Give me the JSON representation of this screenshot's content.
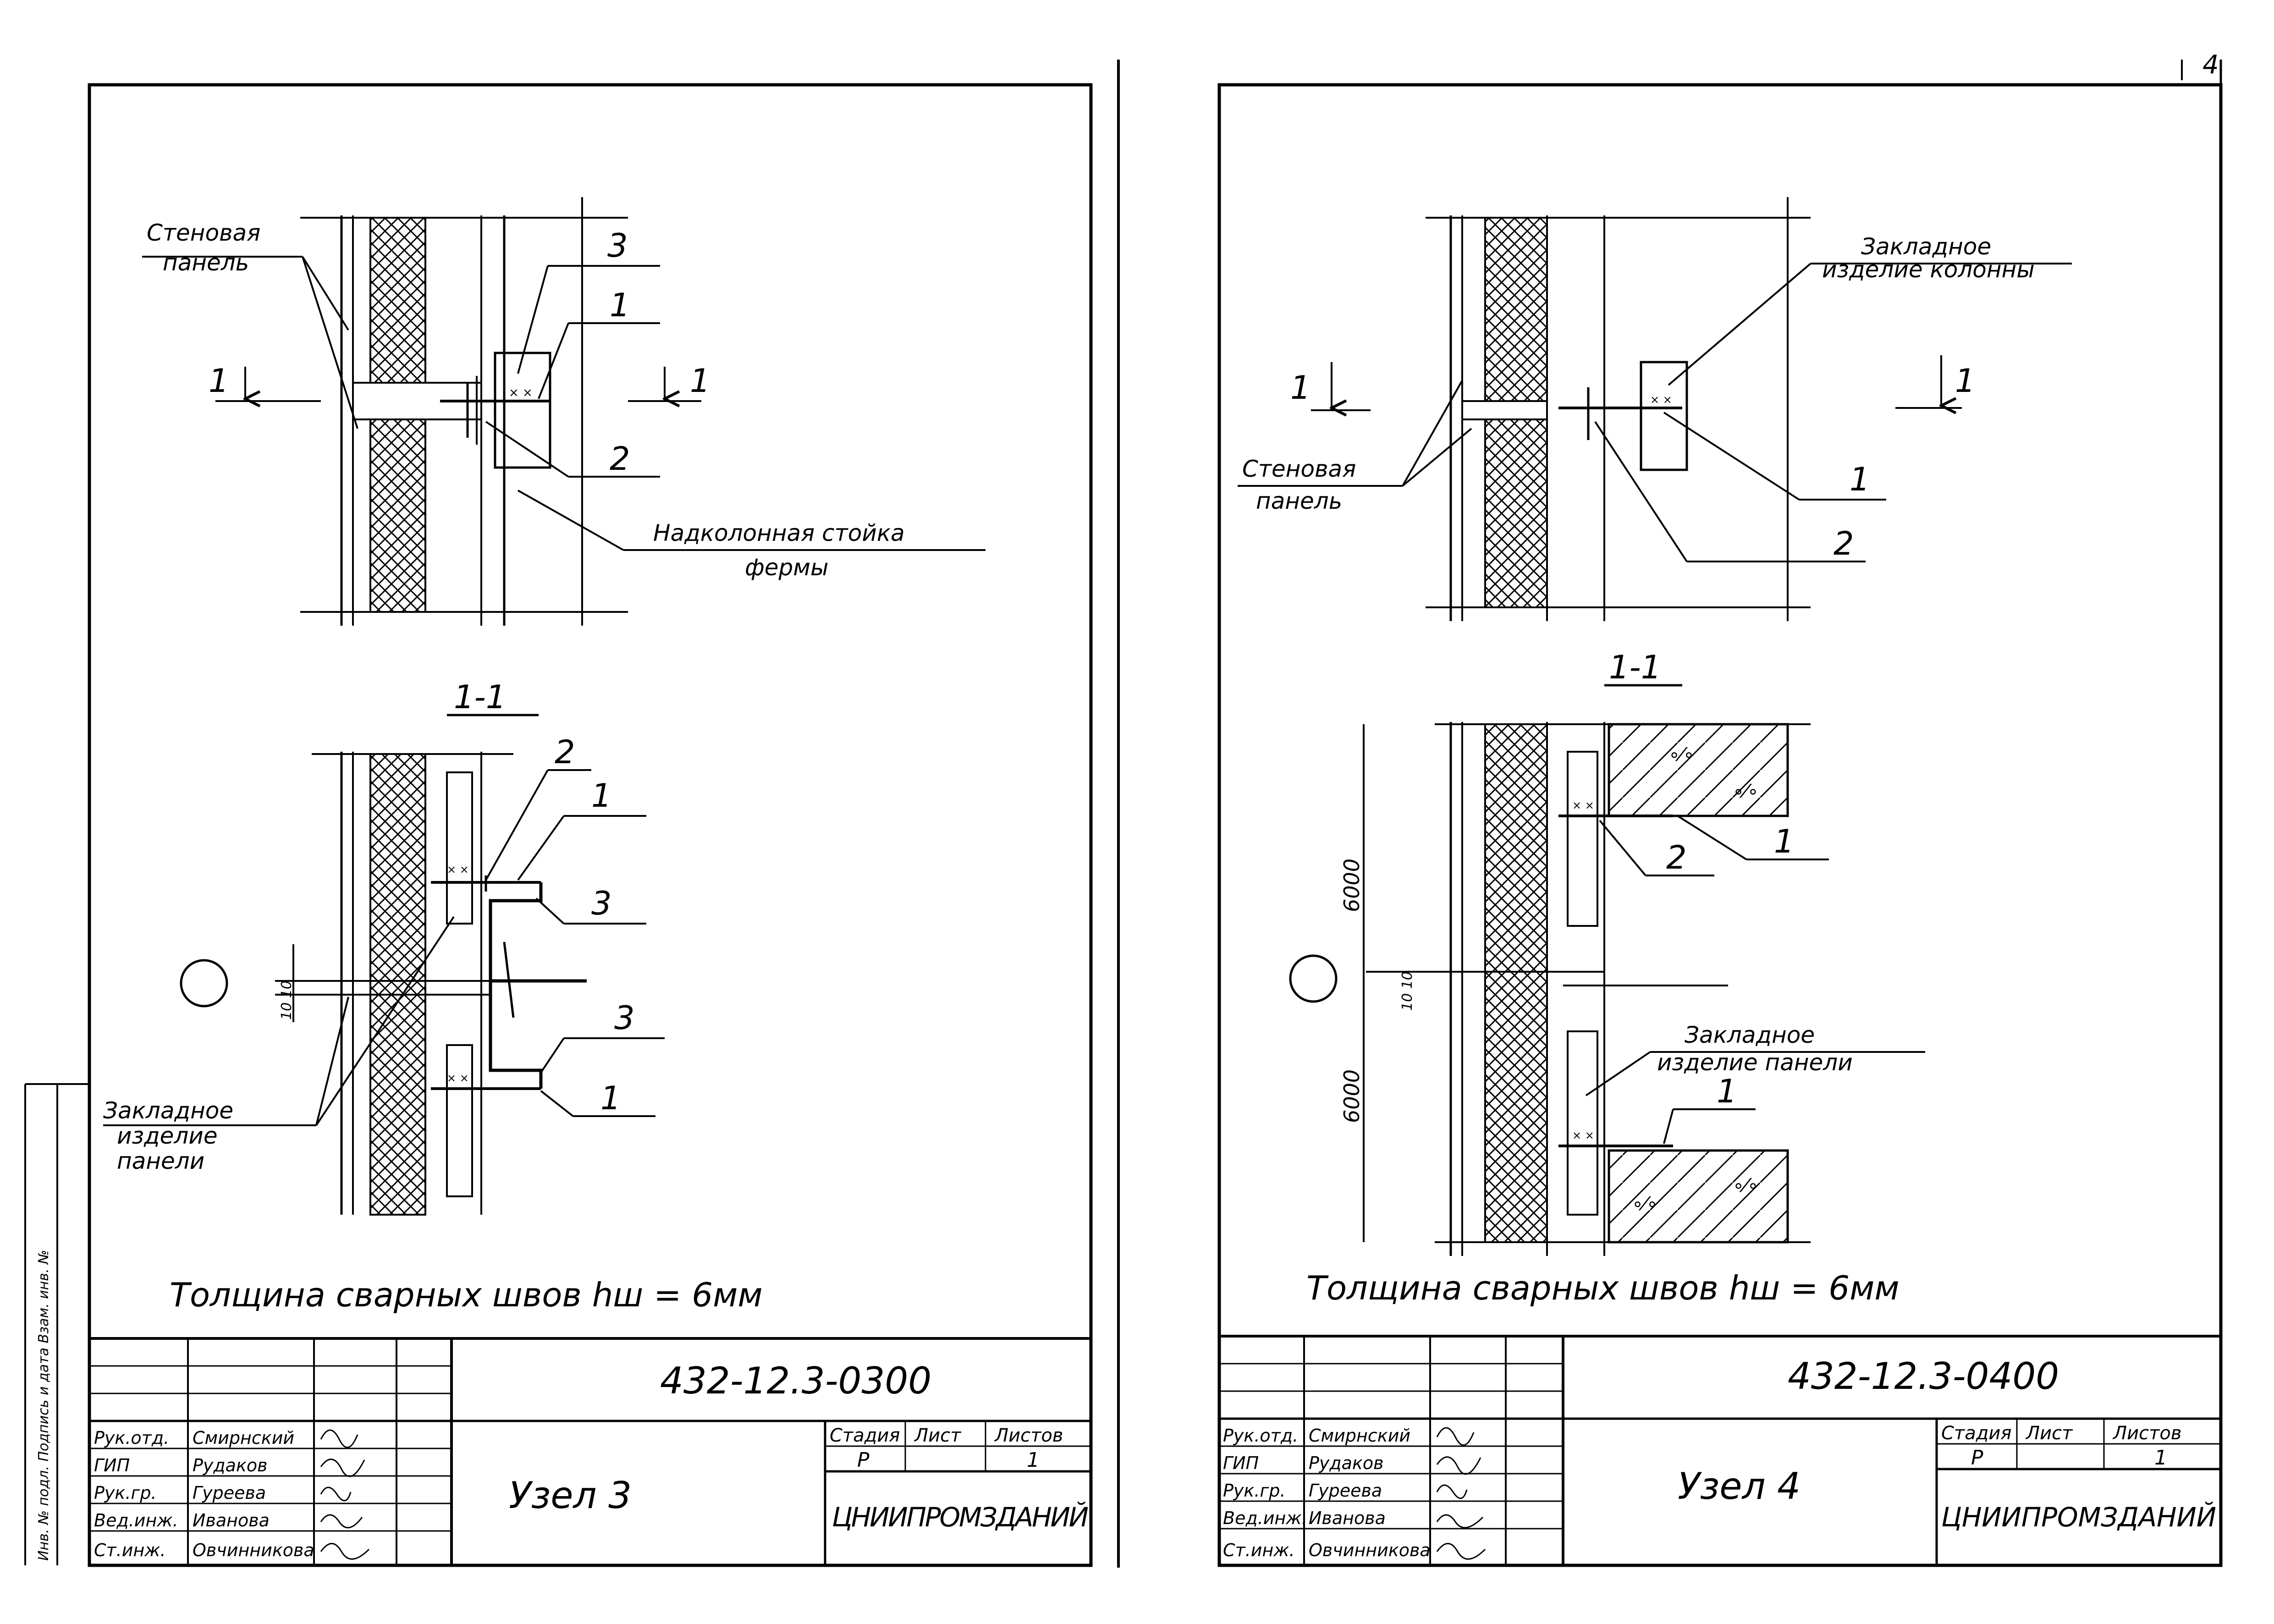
{
  "page_mark": "4",
  "sheets": [
    {
      "id": "sheet-3",
      "elevation": {
        "label_wall_panel": [
          "Стеновая",
          "панель"
        ],
        "label_truss_post": [
          "Надколонная стойка",
          "фермы"
        ],
        "callouts": [
          "3",
          "1",
          "2"
        ],
        "section_mark": "1"
      },
      "section": {
        "title": "1-1",
        "callouts": [
          "2",
          "1",
          "3",
          "3",
          "1"
        ],
        "label_embedded": [
          "Закладное",
          "изделие",
          "панели"
        ],
        "dim_text": "10 10"
      },
      "weld_note": "Толщина  сварных  швов  hш = 6мм",
      "stamp": {
        "code": "432-12.3-0300",
        "title": "Узел 3",
        "org": "ЦНИИПРОМЗДАНИЙ",
        "headers": [
          "Стадия",
          "Лист",
          "Листов"
        ],
        "values": [
          "Р",
          "",
          "1"
        ],
        "roles": [
          "Рук.отд.",
          "ГИП",
          "Рук.гр.",
          "Вед.инж.",
          "Ст.инж."
        ],
        "names": [
          "Смирнский",
          "Рудаков",
          "Гуреева",
          "Иванова",
          "Овчинникова"
        ]
      },
      "margin_note": "Инв. № подл.  Подпись и дата  Взам. инв. №"
    },
    {
      "id": "sheet-4",
      "elevation": {
        "label_embedded_column": [
          "Закладное",
          "изделие колонны"
        ],
        "label_wall_panel": [
          "Стеновая",
          "панель"
        ],
        "callouts": [
          "1",
          "2"
        ],
        "section_mark": "1"
      },
      "section": {
        "title": "1-1",
        "callouts": [
          "2",
          "1",
          "1"
        ],
        "label_embedded": [
          "Закладное",
          "изделие панели"
        ],
        "dims": [
          "6000",
          "6000"
        ],
        "dim_text": "10 10"
      },
      "weld_note": "Толщина  сварных  швов  hш = 6мм",
      "stamp": {
        "code": "432-12.3-0400",
        "title": "Узел 4",
        "org": "ЦНИИПРОМЗДАНИЙ",
        "headers": [
          "Стадия",
          "Лист",
          "Листов"
        ],
        "values": [
          "Р",
          "",
          "1"
        ],
        "roles": [
          "Рук.отд.",
          "ГИП",
          "Рук.гр.",
          "Вед.инж.",
          "Ст.инж."
        ],
        "names": [
          "Смирнский",
          "Рудаков",
          "Гуреева",
          "Иванова",
          "Овчинникова"
        ]
      }
    }
  ]
}
